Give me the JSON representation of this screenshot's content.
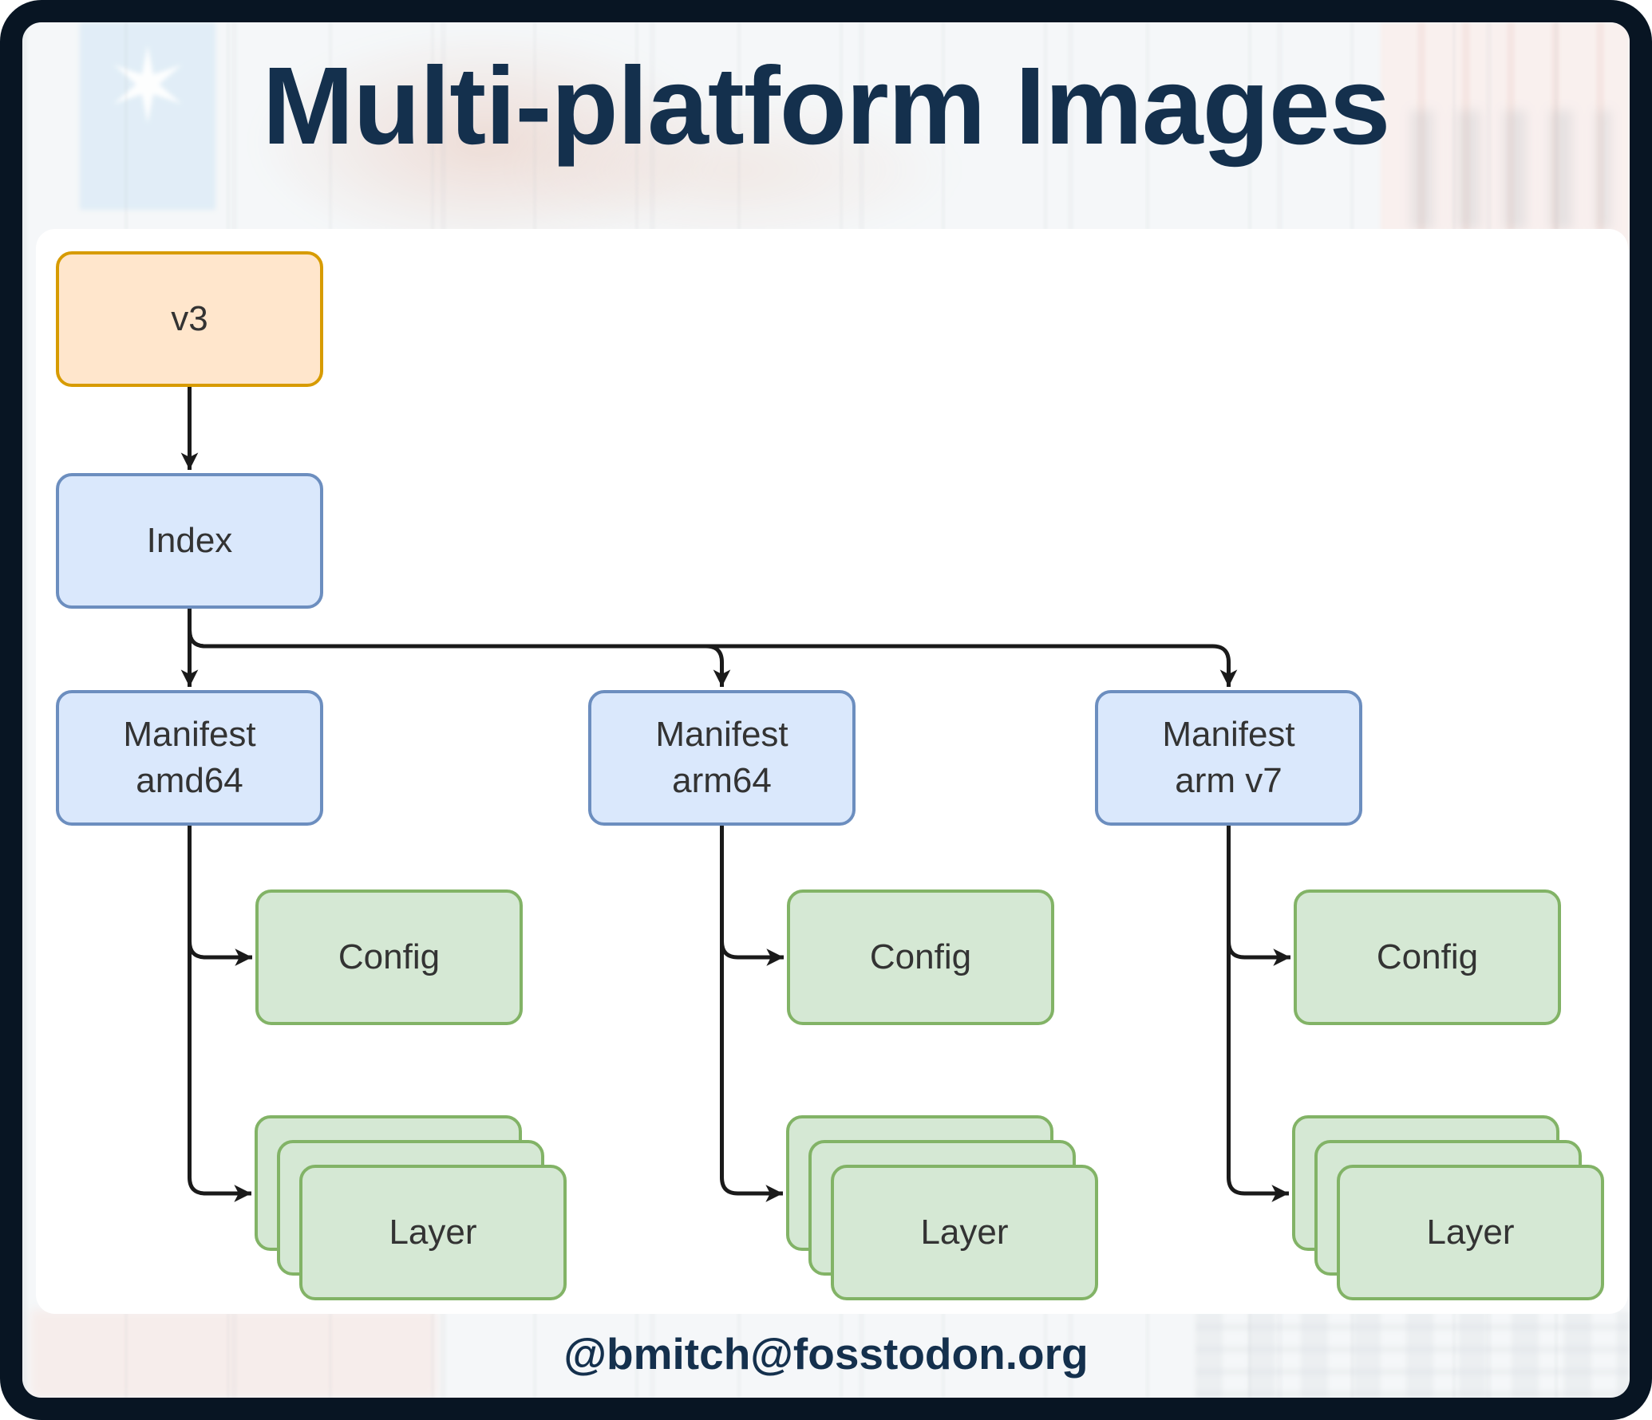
{
  "title": "Multi-platform Images",
  "footer": "@bmitch@fosstodon.org",
  "background": {
    "star_glyph": "✶"
  },
  "colors": {
    "frame_border": "#081523",
    "title_text": "#14304d",
    "panel": "#ffffff",
    "tag_fill": "#ffe6cc",
    "tag_stroke": "#d79b00",
    "manifest_fill": "#dae8fc",
    "manifest_stroke": "#6c8ebf",
    "blob_fill": "#d5e8d4",
    "blob_stroke": "#82b366",
    "connector": "#1a1a1a",
    "node_text": "#333333"
  },
  "diagram": {
    "root_label": "v3",
    "index_label": "Index",
    "columns": [
      {
        "manifest_label": "Manifest\namd64",
        "config_label": "Config",
        "layer_label": "Layer",
        "layer_stack_count": 3
      },
      {
        "manifest_label": "Manifest\narm64",
        "config_label": "Config",
        "layer_label": "Layer",
        "layer_stack_count": 3
      },
      {
        "manifest_label": "Manifest\narm v7",
        "config_label": "Config",
        "layer_label": "Layer",
        "layer_stack_count": 3
      }
    ],
    "edges": [
      "v3 -> Index",
      "Index -> Manifest amd64",
      "Index -> Manifest arm64",
      "Index -> Manifest arm v7",
      "Manifest amd64 -> Config",
      "Manifest amd64 -> Layer stack",
      "Manifest arm64 -> Config",
      "Manifest arm64 -> Layer stack",
      "Manifest arm v7 -> Config",
      "Manifest arm v7 -> Layer stack"
    ]
  }
}
